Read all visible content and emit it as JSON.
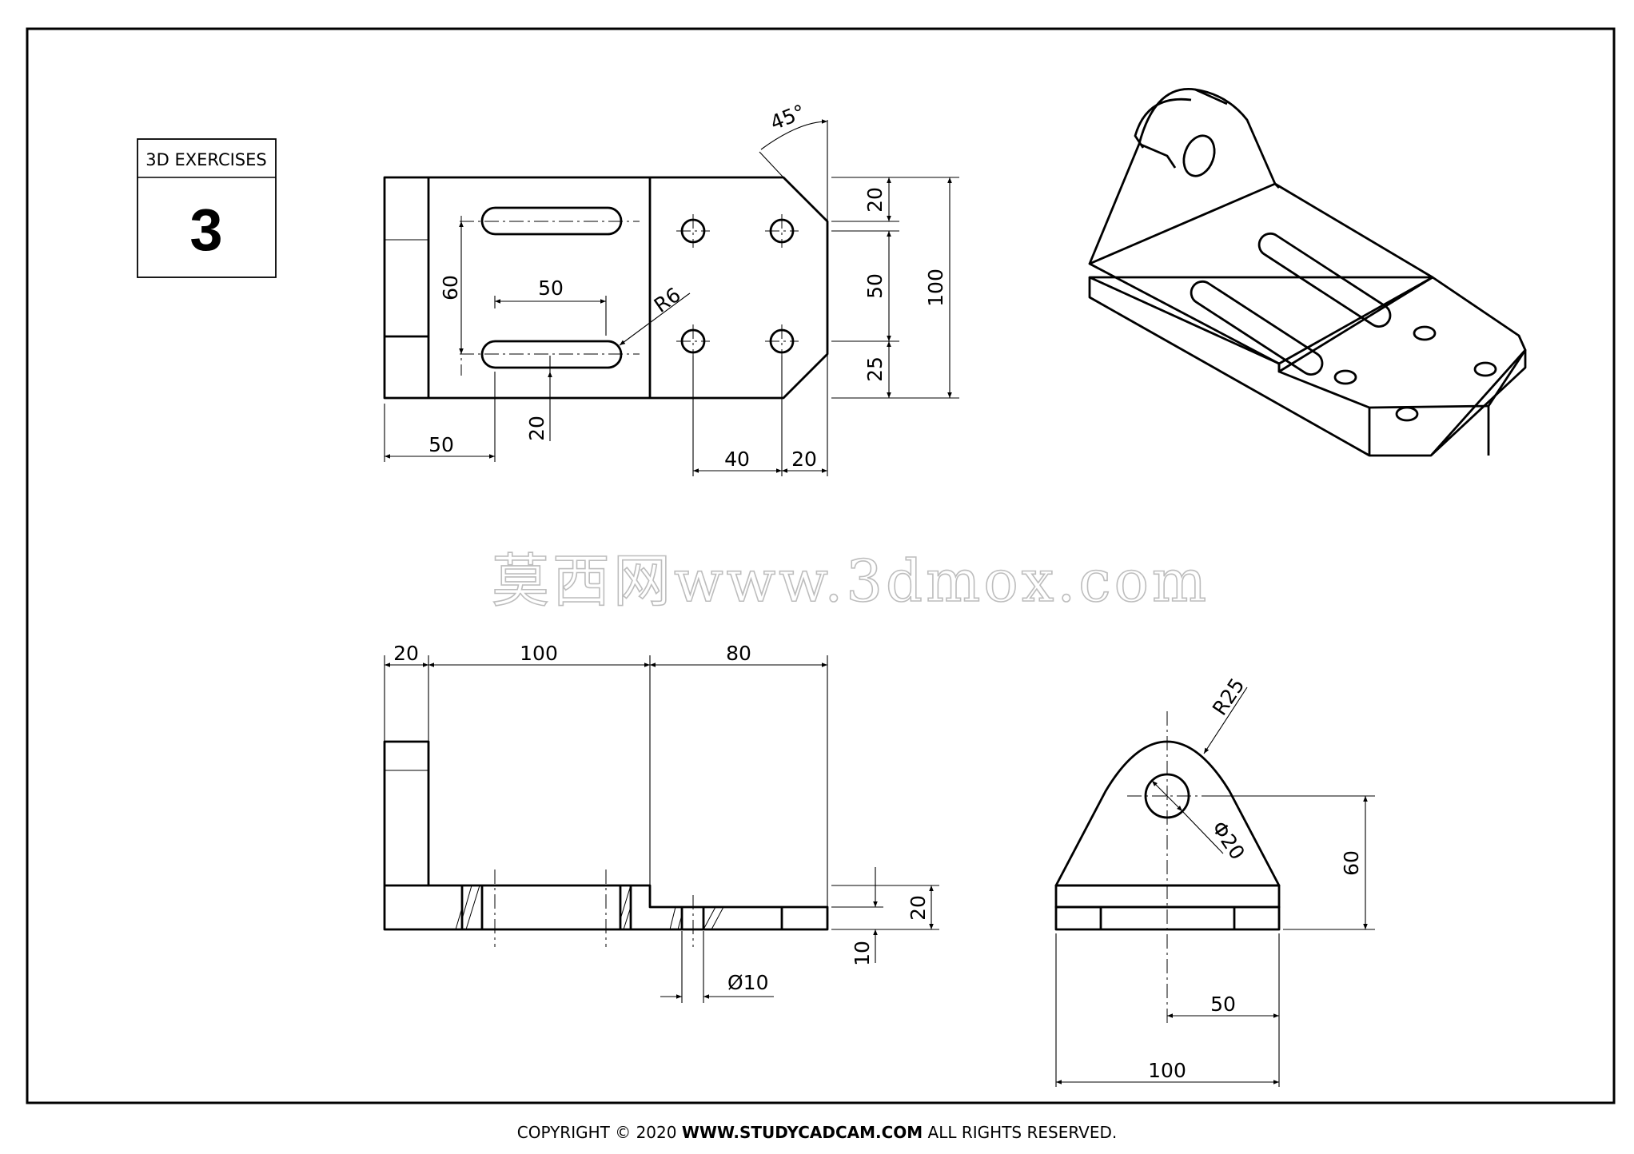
{
  "badge": {
    "label": "3D EXERCISES",
    "number": "3"
  },
  "watermark": "莫西网www.3dmox.com",
  "copyright": {
    "prefix": "COPYRIGHT © 2020 ",
    "site": "WWW.STUDYCADCAM.COM",
    "suffix": " ALL RIGHTS RESERVED."
  },
  "top_view_dims": {
    "angle": "45°",
    "d20_top": "20",
    "d50_mid": "50",
    "d25_bot": "25",
    "d100_total": "100",
    "d60_slot_spacing": "60",
    "d50_slot_length": "50",
    "r6": "R6",
    "d50_left": "50",
    "d20_slot_offset": "20",
    "d40_holes": "40",
    "d20_edge": "20"
  },
  "front_view_dims": {
    "d20": "20",
    "d100": "100",
    "d80": "80",
    "d20_height": "20",
    "d10_height": "10",
    "dia10": "Ø10"
  },
  "side_view_dims": {
    "r25": "R25",
    "dia20": "Φ20",
    "d60": "60",
    "d50": "50",
    "d100": "100"
  }
}
